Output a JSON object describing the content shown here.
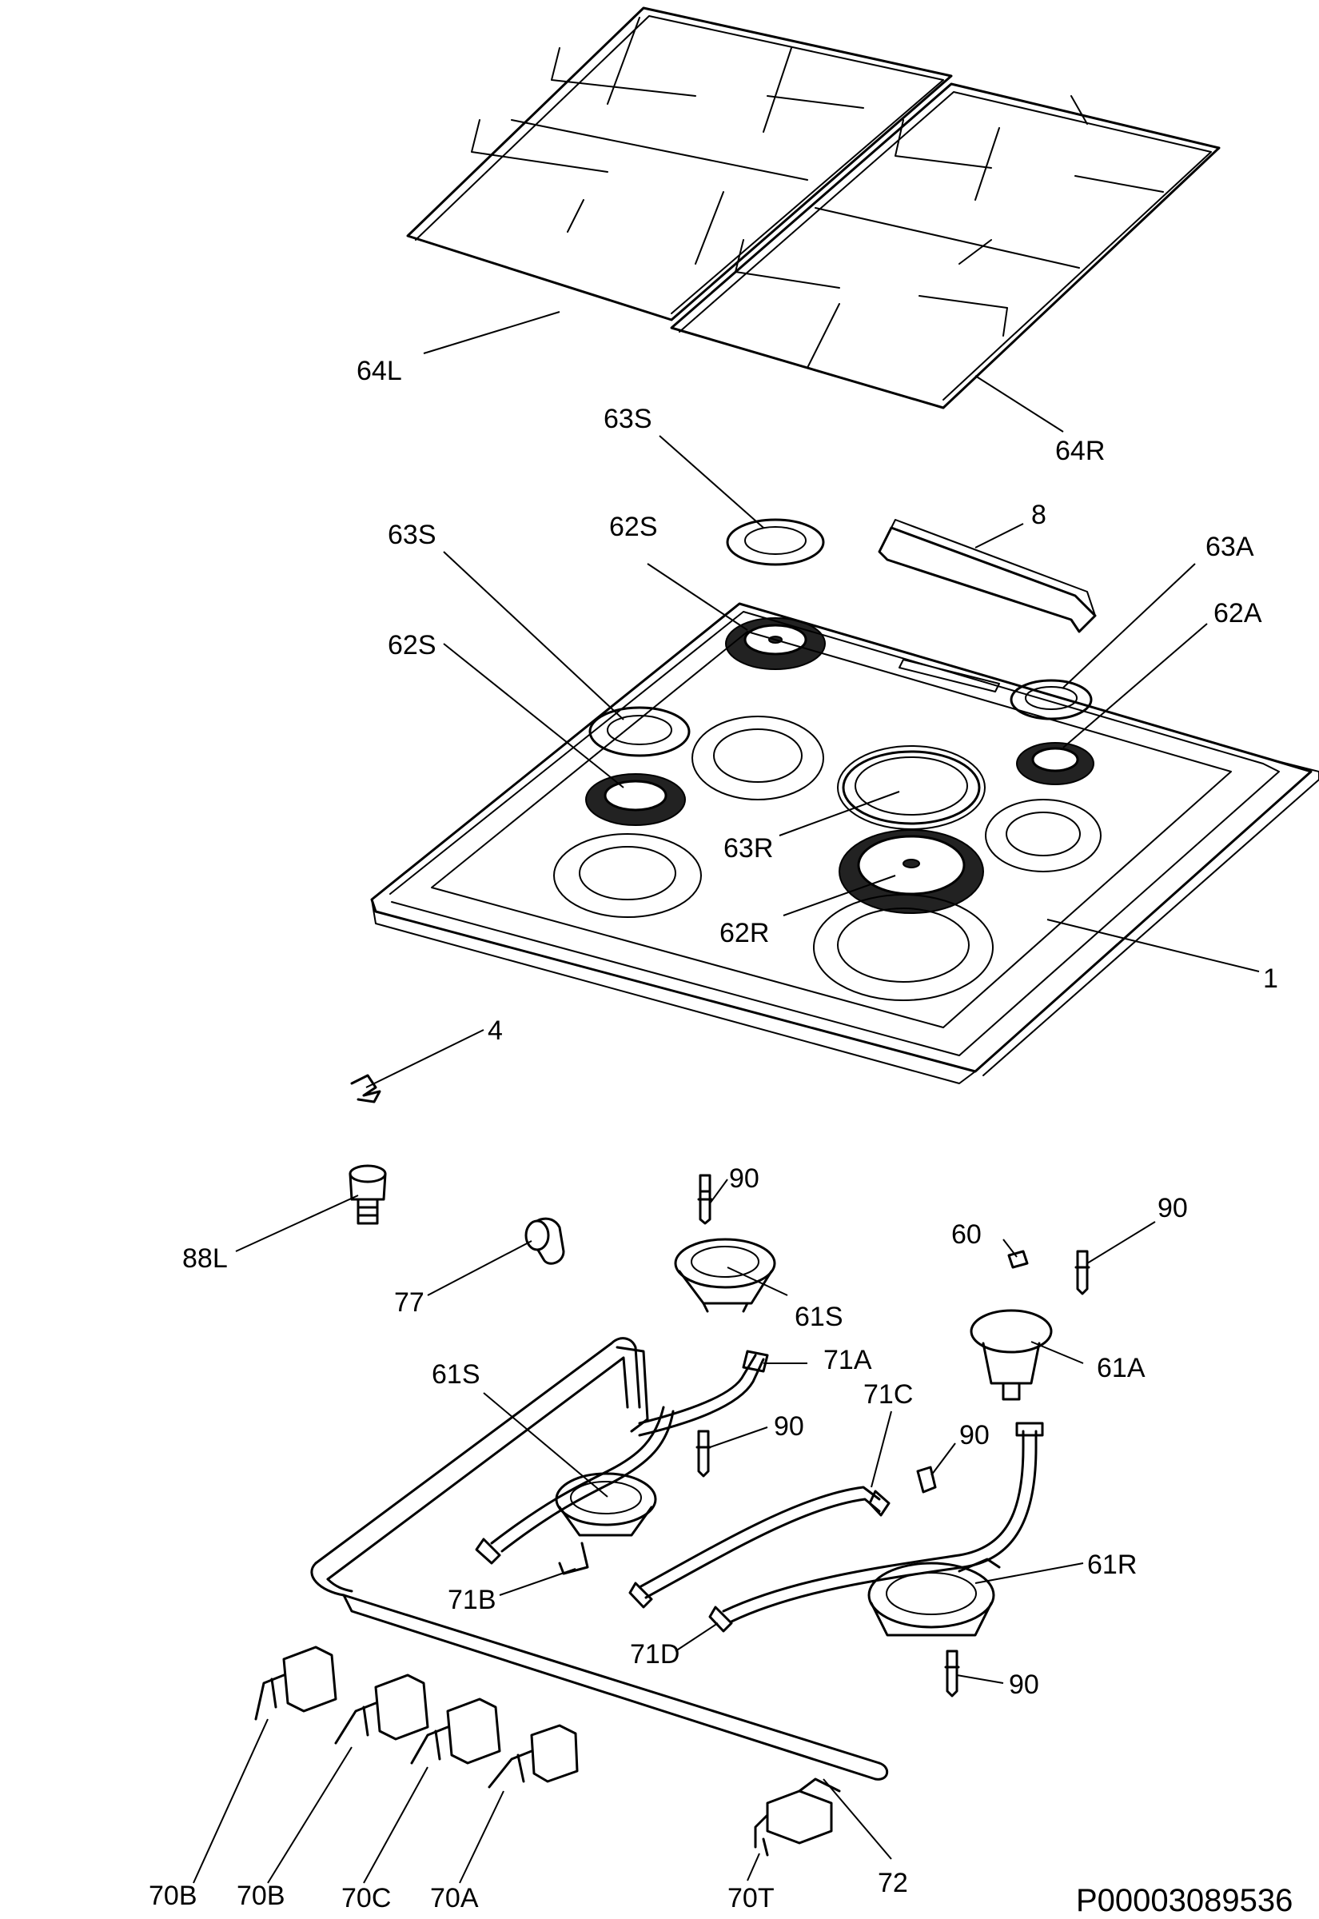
{
  "document_id": "P00003089536",
  "callouts": {
    "grid_left": "64L",
    "grid_right": "64R",
    "cap_back": "63S",
    "cap_left": "63S",
    "crown_back": "62S",
    "crown_left": "62S",
    "handle": "8",
    "cap_aux": "63A",
    "crown_aux": "62A",
    "cap_rapid": "63R",
    "crown_rapid": "62R",
    "hob_top": "1",
    "clip": "4",
    "gas_connector": "88L",
    "elbow": "77",
    "thermocouple_back": "90",
    "burner_back": "61S",
    "nut": "60",
    "thermocouple_right": "90",
    "burner_aux": "61A",
    "tube_a": "71A",
    "burner_left": "61S",
    "tube_c": "71C",
    "thermocouple_mid": "90",
    "thermocouple_small": "90",
    "burner_rapid": "61R",
    "tube_b": "71B",
    "tube_d": "71D",
    "thermocouple_rapid": "90",
    "manifold": "72",
    "valve_1": "70B",
    "valve_2": "70B",
    "valve_3": "70C",
    "valve_4": "70A",
    "valve_thermostat": "70T"
  }
}
